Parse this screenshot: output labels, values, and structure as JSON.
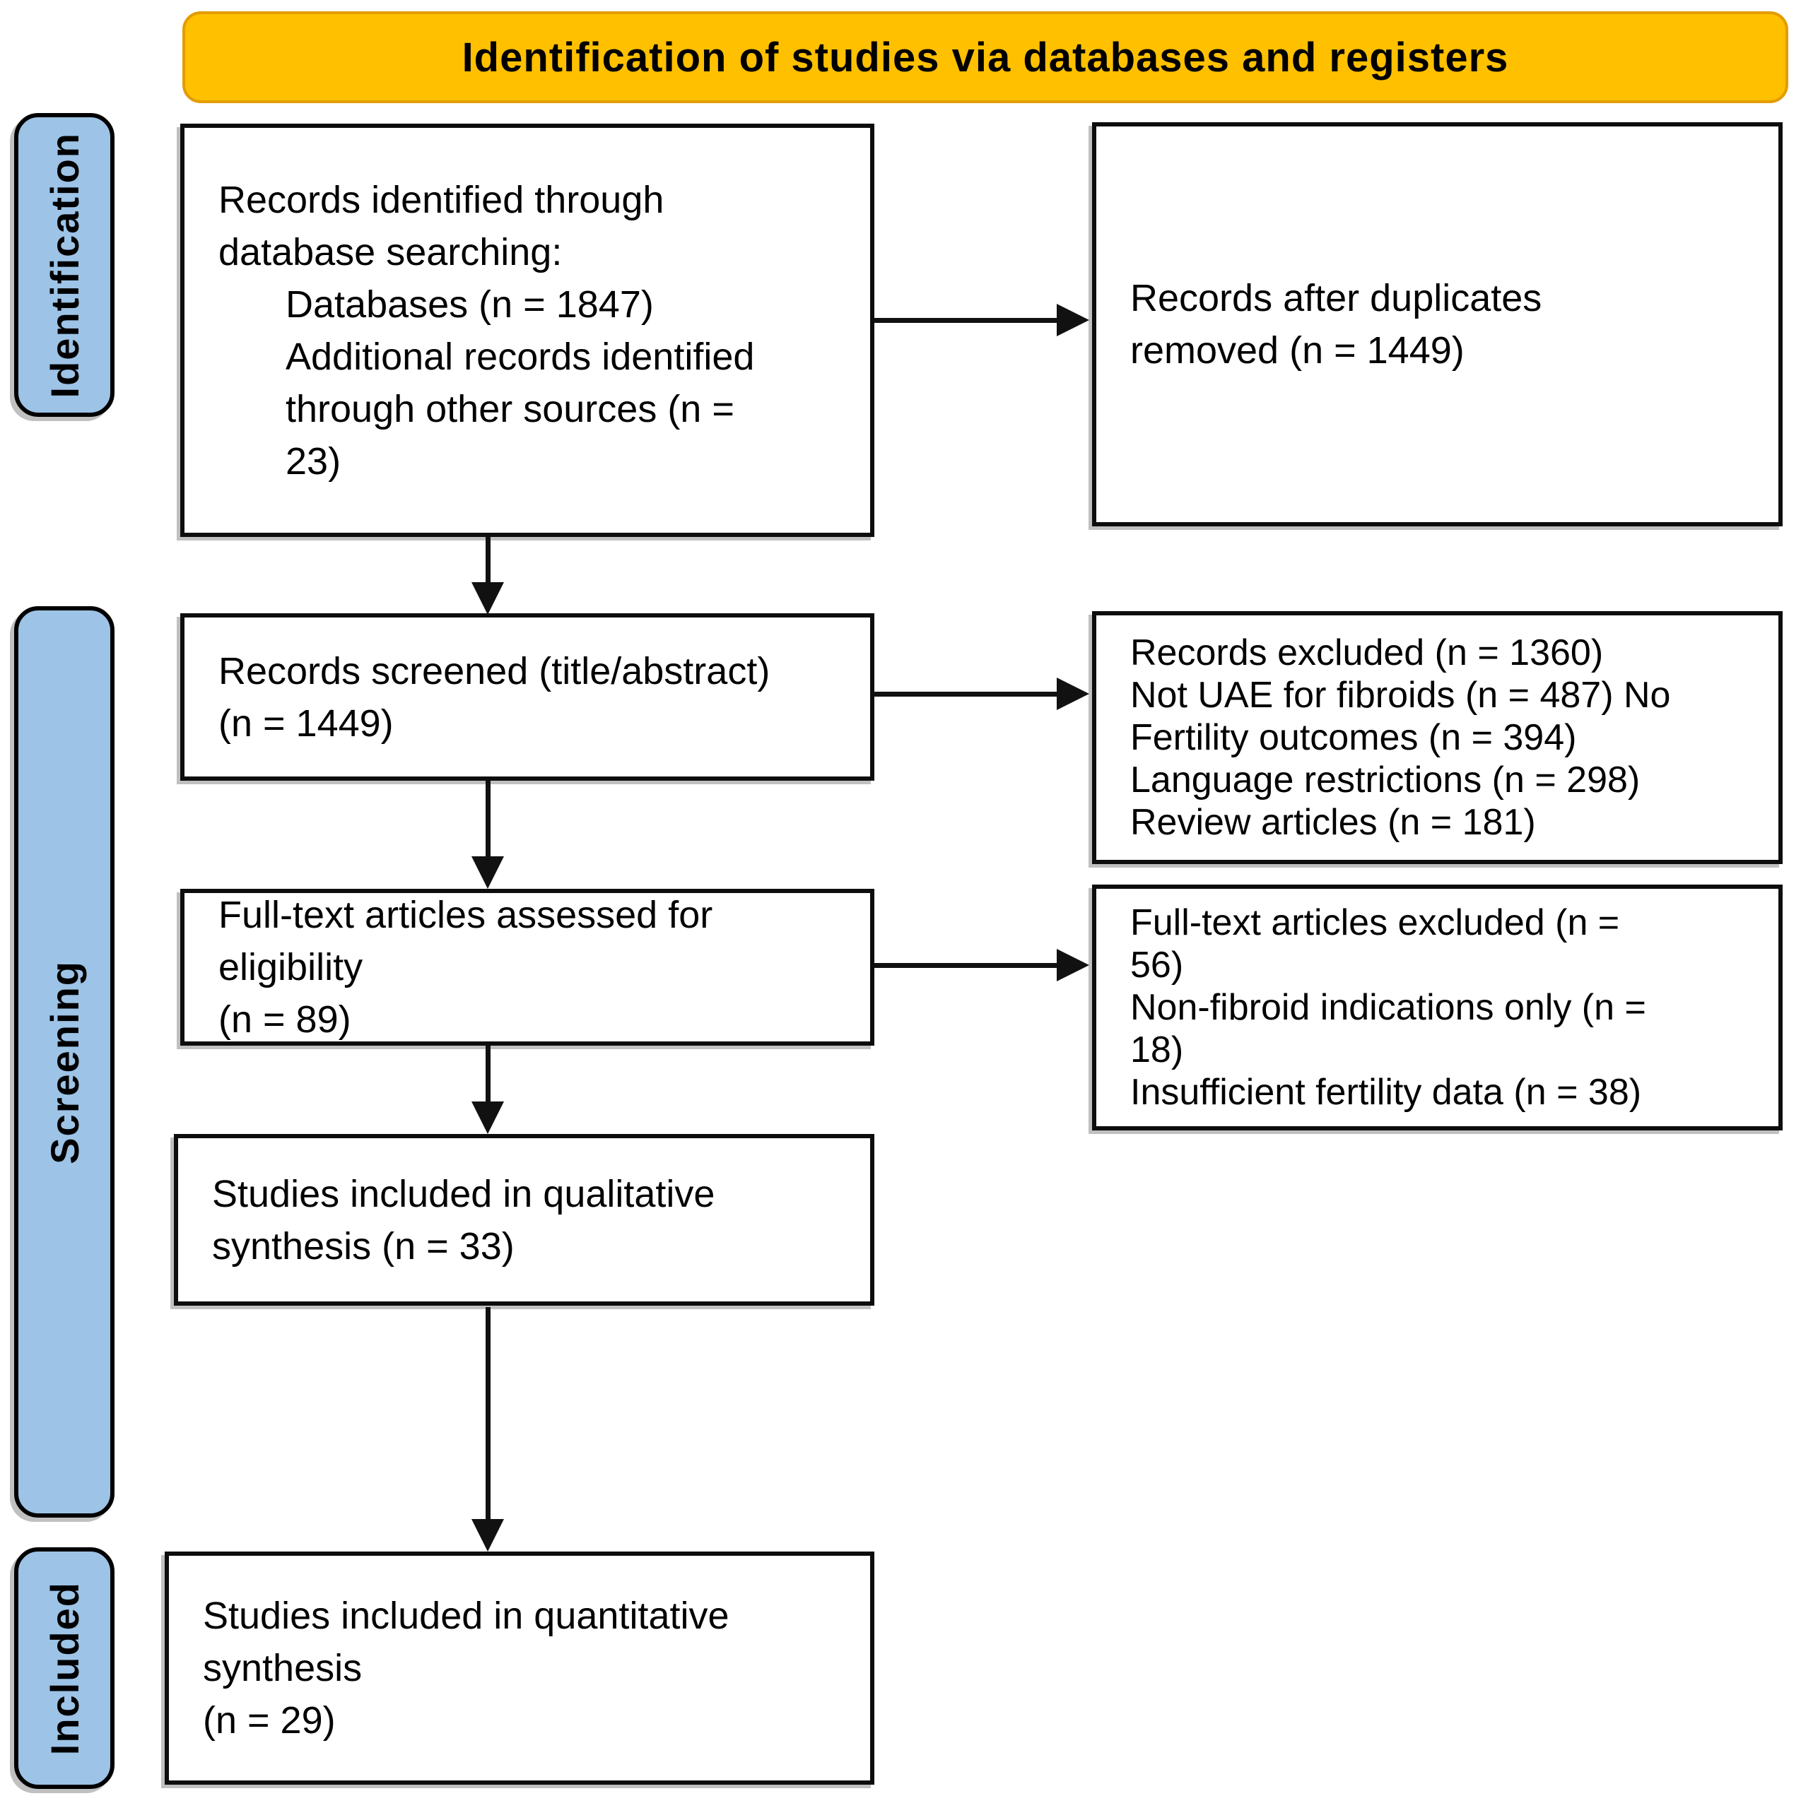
{
  "banner": {
    "title": "Identification of studies via databases and registers"
  },
  "stages": {
    "identification": "Identification",
    "screening": "Screening",
    "included": "Included"
  },
  "boxes": {
    "records_identified": {
      "lines": [
        "Records identified through",
        "database searching:"
      ],
      "sub_lines": [
        "Databases (n = 1847)",
        "Additional records identified",
        "through other sources (n =",
        "23)"
      ]
    },
    "duplicates_removed": {
      "lines": [
        "Records after duplicates",
        "removed (n = 1449)"
      ]
    },
    "records_screened": {
      "lines": [
        "Records screened (title/abstract)",
        "(n = 1449)"
      ]
    },
    "records_excluded": {
      "lines": [
        "Records excluded (n = 1360)",
        "Not UAE for fibroids (n = 487) No",
        "Fertility outcomes (n = 394)",
        "Language restrictions (n = 298)",
        "Review articles (n = 181)"
      ]
    },
    "fulltext_assessed": {
      "lines": [
        "Full-text articles assessed for",
        "eligibility",
        "(n = 89)"
      ]
    },
    "fulltext_excluded": {
      "lines": [
        "Full-text articles excluded (n =",
        "56)",
        "Non-fibroid indications only (n =",
        "18)",
        "Insufficient fertility data (n = 38)"
      ]
    },
    "qualitative": {
      "lines": [
        "Studies included in qualitative",
        "synthesis (n = 33)"
      ]
    },
    "quantitative": {
      "lines": [
        "Studies included in quantitative",
        "synthesis",
        "(n = 29)"
      ]
    }
  },
  "colors": {
    "banner_fill": "#FFC000",
    "banner_border": "#E39C00",
    "stage_fill": "#9DC3E6",
    "box_border": "#0D0D0D",
    "arrow": "#111111",
    "shadow": "#8C8C8C"
  }
}
